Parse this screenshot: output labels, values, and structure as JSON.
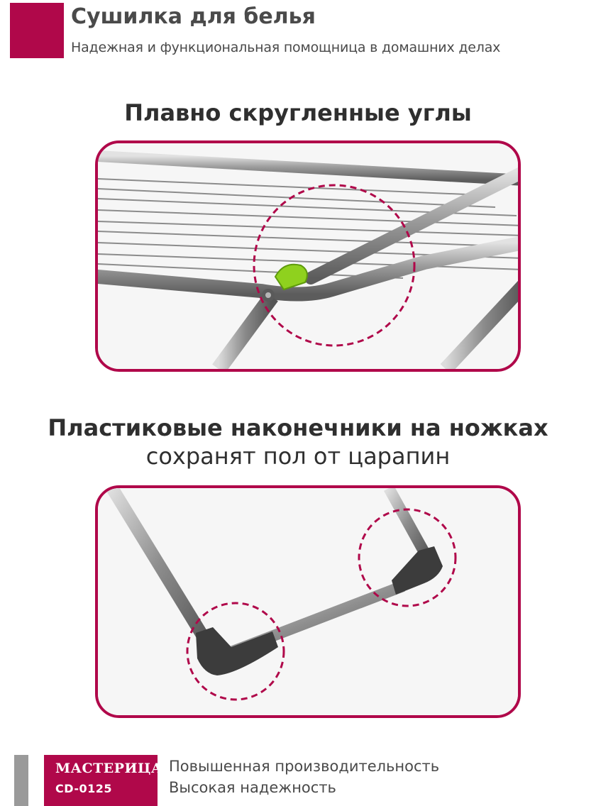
{
  "header": {
    "title": "Сушилка для белья",
    "subtitle": "Надежная и функциональная помощница в домашних делах"
  },
  "section1": {
    "title": "Плавно скругленные углы"
  },
  "section2": {
    "title": "Пластиковые наконечники на ножках",
    "subtitle": "сохранят пол от царапин"
  },
  "footer": {
    "brand": "МАСТЕРИЦА",
    "model": "CD-0125",
    "features": [
      "Повышенная производительность",
      "Высокая надежность"
    ]
  },
  "colors": {
    "accent": "#b0084a",
    "text": "#3a3a3a",
    "footer_bar": "#9a9a9a",
    "clip_green": "#8fd11e",
    "foot_cap": "#3c3c3c"
  }
}
